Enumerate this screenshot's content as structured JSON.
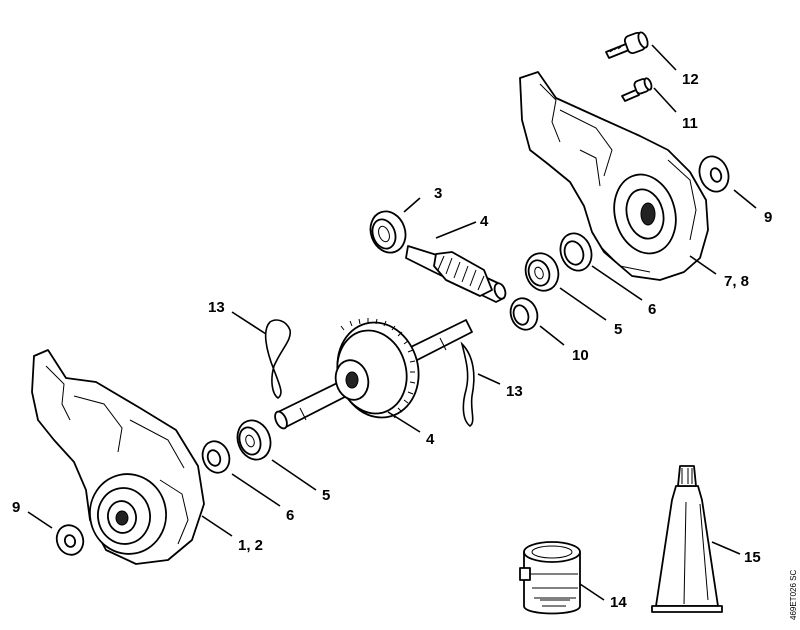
{
  "diagram": {
    "drawing_code": "469ET026 SC",
    "callouts": {
      "c12": "12",
      "c11": "11",
      "c3": "3",
      "c4_top": "4",
      "c9_right": "9",
      "c7_8": "7, 8",
      "c6_right": "6",
      "c5_right": "5",
      "c10": "10",
      "c13_left": "13",
      "c13_right": "13",
      "c4_bottom": "4",
      "c5_bottom": "5",
      "c6_bottom": "6",
      "c1_2": "1, 2",
      "c9_left": "9",
      "c15": "15",
      "c14": "14"
    }
  }
}
